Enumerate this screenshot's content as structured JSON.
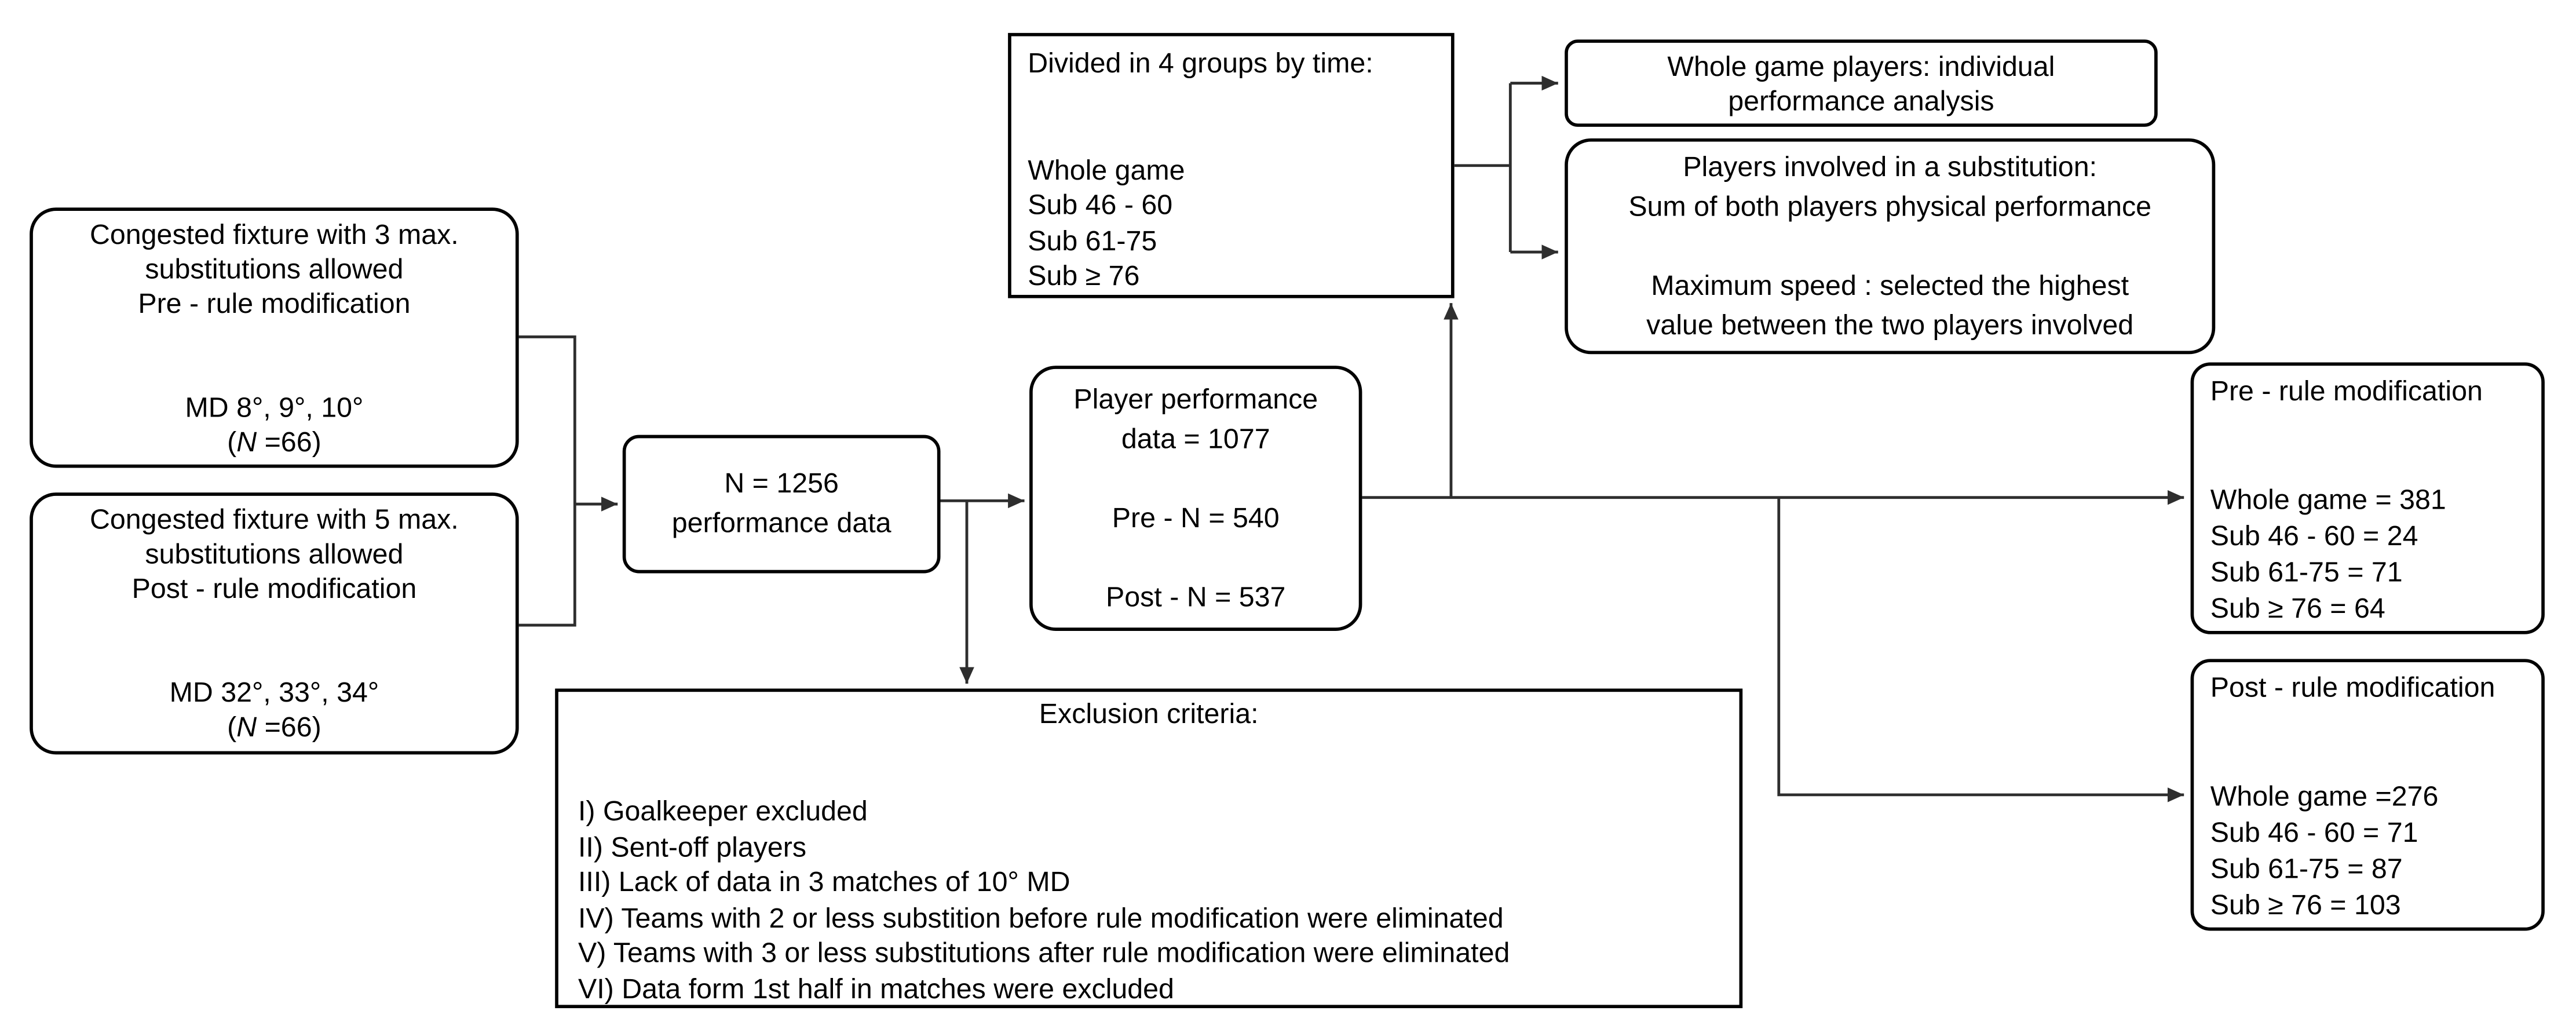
{
  "diagram": {
    "title": "Player performance data selection flowchart",
    "colors": {
      "background": "#ffffff",
      "box_fill": "#ffffff",
      "box_border": "#000000",
      "connector": "#2e2e2e",
      "text": "#000000"
    },
    "nodes": {
      "congested_3": {
        "lines": [
          "Congested fixture with 3 max.",
          "substitutions allowed",
          "Pre - rule modification",
          "",
          "",
          "MD 8°, 9°, 10°",
          "(N =66)"
        ]
      },
      "congested_5": {
        "lines": [
          "Congested fixture with 5 max.",
          "substitutions allowed",
          "Post - rule modification",
          "",
          "",
          "MD 32°, 33°, 34°",
          "(N =66)"
        ]
      },
      "n_total": {
        "lines": [
          "N = 1256",
          "performance data"
        ]
      },
      "player_performance": {
        "lines": [
          "Player performance",
          "data = 1077",
          "",
          "Pre - N = 540",
          "",
          "Post - N = 537"
        ]
      },
      "divided_groups": {
        "lines": [
          "Divided in 4 groups by time:",
          "",
          "",
          "Whole game",
          "Sub 46 - 60",
          "Sub 61-75",
          "Sub ≥ 76"
        ]
      },
      "whole_game_players": {
        "lines": [
          "Whole game players: individual",
          "performance analysis"
        ]
      },
      "substitution_players": {
        "lines": [
          "Players involved in a substitution:",
          "Sum of both players physical performance",
          "",
          "Maximum speed : selected the highest",
          "value between the two players involved"
        ]
      },
      "pre_results": {
        "lines": [
          "Pre - rule modification",
          "",
          "",
          "Whole game = 381",
          "Sub 46 - 60 = 24",
          "Sub 61-75 = 71",
          "Sub ≥ 76 = 64"
        ]
      },
      "post_results": {
        "lines": [
          "Post - rule modification",
          "",
          "",
          "Whole game =276",
          "Sub 46 - 60 = 71",
          "Sub 61-75 = 87",
          "Sub ≥ 76 = 103"
        ]
      },
      "exclusion": {
        "title": "Exclusion criteria:",
        "items": [
          "I) Goalkeeper excluded",
          "II) Sent-off players",
          "III) Lack of data in 3 matches of 10° MD",
          "IV) Teams with 2 or less substition before rule modification were eliminated",
          "V) Teams with 3 or less substitutions after rule modification were eliminated",
          "VI) Data form 1st half in matches were excluded"
        ]
      }
    }
  }
}
